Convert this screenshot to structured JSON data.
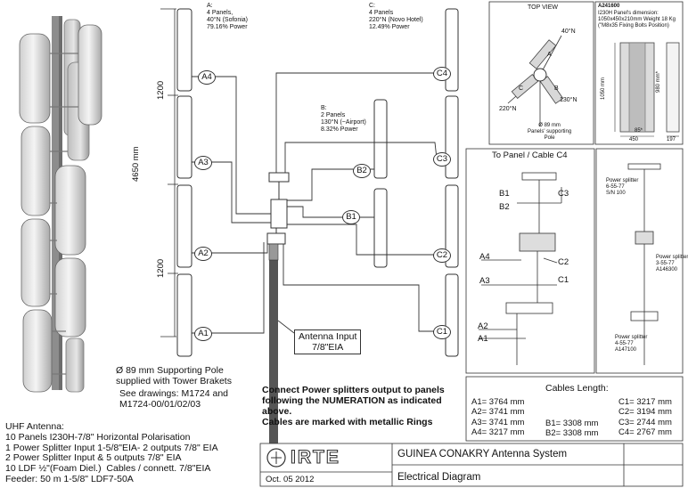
{
  "dimension": {
    "height_label": "4650 mm",
    "spacing_label": "1200"
  },
  "groups": {
    "A": {
      "text": "A:\n4 Panels,\n40°N (Sofonia)\n79.16% Power"
    },
    "B": {
      "text": "B:\n2 Panels\n130°N (~Airport)\n8.32% Power"
    },
    "C": {
      "text": "C:\n4 Panels\n220°N (Novo Hotel)\n12.49% Power"
    }
  },
  "nodes": {
    "a1": "A1",
    "a2": "A2",
    "a3": "A3",
    "a4": "A4",
    "b1": "B1",
    "b2": "B2",
    "c1": "C1",
    "c2": "C2",
    "c3": "C3",
    "c4": "C4"
  },
  "antenna_input": {
    "label": "Antenna Input\n7/8\"EIA"
  },
  "pole_note": {
    "text": "Ø 89 mm Supporting Pole\nsupplied with Tower Brakets"
  },
  "drawings_note": {
    "text": "See drawings: M1724 and\nM1724-00/01/02/03"
  },
  "connect_note": {
    "text": "Connect Power splitters output to panels\nfollowing the NUMERATION as indicated\nabove.\nCables are marked with metallic Rings"
  },
  "uhf_note": {
    "text": "UHF Antenna:\n10 Panels I230H-7/8\" Horizontal Polarisation\n1 Power Splitter Input 1-5/8\"EIA- 2 outputs 7/8\" EIA\n2 Power Splitter Input & 5 outputs 7/8\" EIA\n10 LDF ½\"(Foam Diel.)  Cables / connett. 7/8\"EIA\nFeeder: 50 m 1-5/8\" LDF7-50A"
  },
  "top_view": {
    "title": "TOP VIEW",
    "a": "A",
    "b": "B",
    "c": "C",
    "deg40": "40°N",
    "deg130": "130°N",
    "deg220": "220°N",
    "pole_label": "Ø 89 mm\nPanels' supporting\nPole"
  },
  "panel_spec": {
    "code": "A241600",
    "text": "I230H Panel's dimension:\n1050x450x210mm Weight 18 Kg\n(\"M8x35 Fixing Bolts Position)",
    "dim_height": "1050 mm",
    "dim_980": "980 mm*",
    "dim_85": "85*",
    "dim_450": "450",
    "dim_197": "197"
  },
  "splitter_detail": {
    "title": "To Panel / Cable C4",
    "b1": "B1",
    "b2": "B2",
    "c3": "C3",
    "a4": "A4",
    "c2": "C2",
    "a3": "A3",
    "c1": "C1",
    "a2": "A2",
    "a1": "A1"
  },
  "splitter_side": {
    "s1": "Power splitter\n6-55-77\nS/N 100",
    "s2": "Power splitter\n3-55-77\nA146300",
    "s3": "Power splitter\n4-55-77\nA147100"
  },
  "cables": {
    "title": "Cables Length:",
    "col_a": [
      "A1= 3764 mm",
      "A2= 3741 mm",
      "A3= 3741 mm",
      "A4= 3217 mm"
    ],
    "col_b": [
      "B1= 3308 mm",
      "B2= 3308 mm"
    ],
    "col_c": [
      "C1= 3217 mm",
      "C2= 3194 mm",
      "C3= 2744 mm",
      "C4= 2767 mm"
    ]
  },
  "title_block": {
    "logo": "IRTE",
    "date": "Oct. 05 2012",
    "project": "GUINEA CONAKRY Antenna System",
    "drawing": "Electrical Diagram"
  }
}
